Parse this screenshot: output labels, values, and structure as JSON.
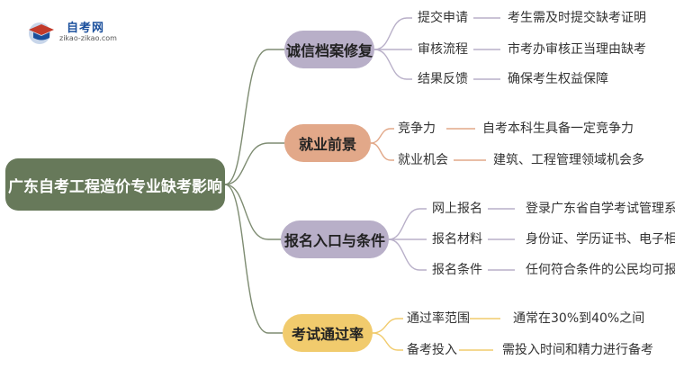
{
  "logo": {
    "title": "自考网",
    "subtitle": "zikao-zikao.com"
  },
  "root": {
    "label": "广东自考工程造价专业缺考影响"
  },
  "branches": [
    {
      "label": "诚信档案修复",
      "color": "#b8afc8",
      "children": [
        {
          "label": "提交申请",
          "detail": "考生需及时提交缺考证明"
        },
        {
          "label": "审核流程",
          "detail": "市考办审核正当理由缺考"
        },
        {
          "label": "结果反馈",
          "detail": "确保考生权益保障"
        }
      ]
    },
    {
      "label": "就业前景",
      "color": "#e2a889",
      "children": [
        {
          "label": "竞争力",
          "detail": "自考本科生具备一定竞争力"
        },
        {
          "label": "就业机会",
          "detail": "建筑、工程管理领域机会多"
        }
      ]
    },
    {
      "label": "报名入口与条件",
      "color": "#b8afc8",
      "children": [
        {
          "label": "网上报名",
          "detail": "登录广东省自学考试管理系统"
        },
        {
          "label": "报名材料",
          "detail": "身份证、学历证书、电子相片"
        },
        {
          "label": "报名条件",
          "detail": "任何符合条件的公民均可报名"
        }
      ]
    },
    {
      "label": "考试通过率",
      "color": "#f1cb6d",
      "children": [
        {
          "label": "通过率范围",
          "detail": "通常在30%到40%之间"
        },
        {
          "label": "备考投入",
          "detail": "需投入时间和精力进行备考"
        }
      ]
    }
  ]
}
